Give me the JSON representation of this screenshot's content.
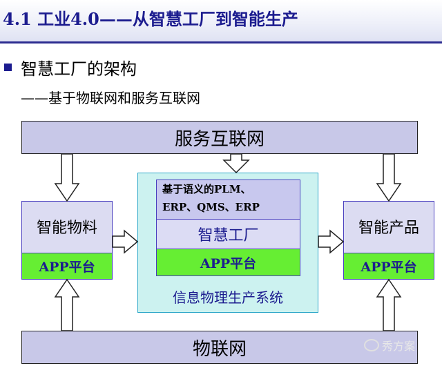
{
  "title": "4.1 工业4.0——从智慧工厂到智能生产",
  "heading": "智慧工厂的架构",
  "subheading": "——基于物联网和服务互联网",
  "diagram": {
    "top_bar": "服务互联网",
    "bottom_bar": "物联网",
    "left_box": {
      "label": "智能物料",
      "app": "APP平台"
    },
    "right_box": {
      "label": "智能产品",
      "app": "APP平台"
    },
    "center": {
      "semantic_line1": "基于语义的PLM、",
      "semantic_line2": "ERP、QMS、ERP",
      "smart_factory": "智慧工厂",
      "app": "APP平台",
      "system_label": "信息物理生产系统"
    }
  },
  "watermark": "秀方案",
  "colors": {
    "title": "#1c1c8f",
    "bar_fill": "#c8c8e8",
    "app_green": "#66ee33",
    "center_fill": "#ccf2f0"
  }
}
